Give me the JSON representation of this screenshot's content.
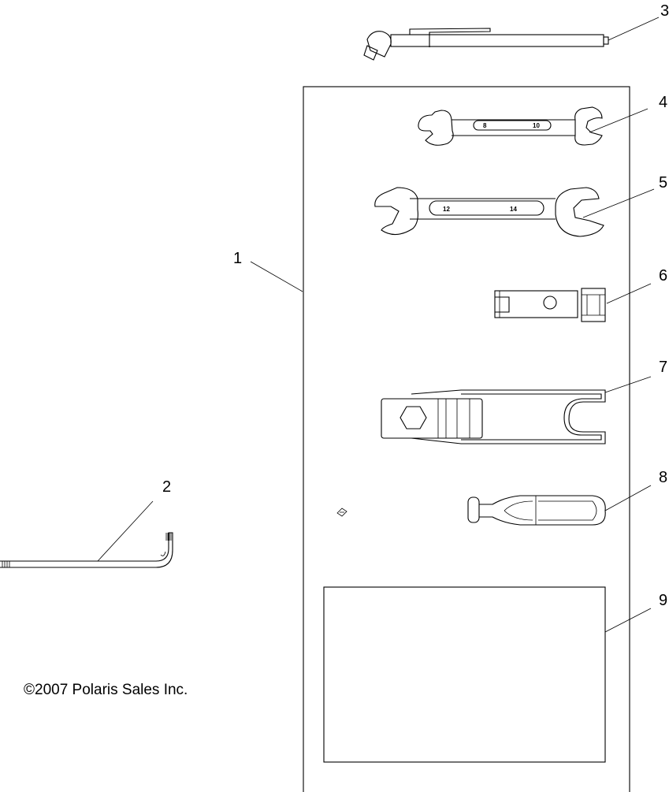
{
  "callouts": {
    "c1": "1",
    "c2": "2",
    "c3": "3",
    "c4": "4",
    "c5": "5",
    "c6": "6",
    "c7": "7",
    "c8": "8",
    "c9": "9"
  },
  "wrench_small_marks": {
    "left": "8",
    "right": "10"
  },
  "wrench_large_marks": {
    "left": "12",
    "right": "14"
  },
  "copyright": "©2007 Polaris Sales Inc."
}
